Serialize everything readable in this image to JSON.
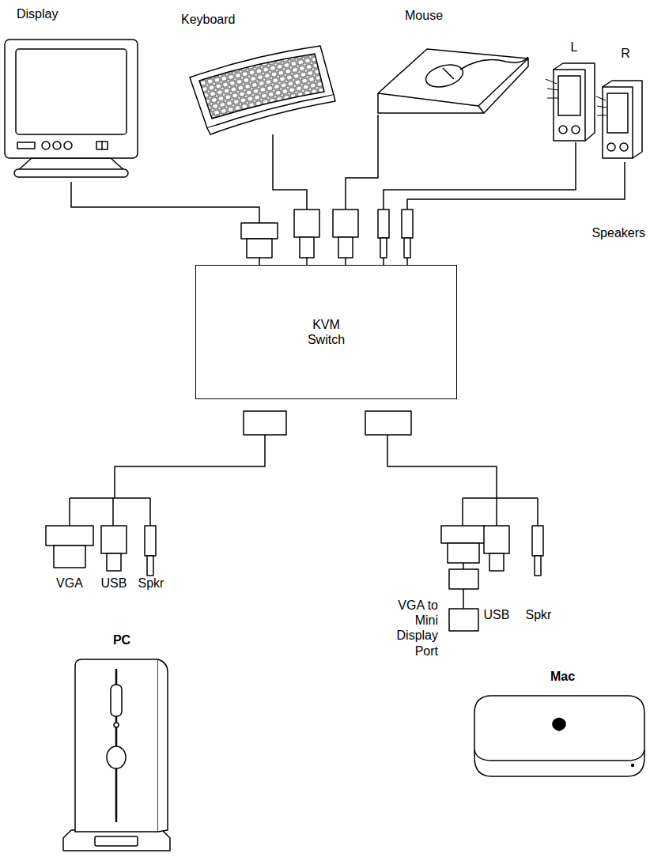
{
  "diagram": {
    "nodes": [
      {
        "text": [
          "Display"
        ]
      },
      {
        "text": [
          "Keyboard"
        ]
      },
      {
        "text": [
          "Mouse"
        ]
      },
      {
        "text": [
          "L"
        ]
      },
      {
        "text": [
          "R"
        ]
      },
      {
        "text": [
          "KVM Switch"
        ]
      },
      {
        "text": [
          "PC"
        ]
      },
      {
        "text": [
          "Mac"
        ]
      }
    ],
    "edges": [
      {
        "from": 0,
        "to": 5,
        "arrow": "none"
      },
      {
        "from": 1,
        "to": 5,
        "arrow": "none"
      },
      {
        "from": 2,
        "to": 5,
        "arrow": "none"
      },
      {
        "from": 3,
        "to": 5,
        "arrow": "none"
      },
      {
        "from": 4,
        "to": 5,
        "arrow": "none"
      }
    ],
    "labels": [
      "Speakers",
      "VGA",
      "USB",
      "Spkr",
      "VGA to Mini Display Port",
      "USB",
      "Spkr"
    ]
  }
}
